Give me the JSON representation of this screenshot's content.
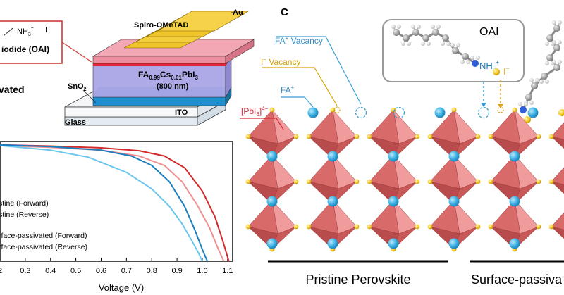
{
  "device": {
    "au_label": "Au",
    "spiro_label": "Spiro-OMeTAD",
    "perovskite_label_main": "FA",
    "perovskite_sub1": "0.99",
    "perovskite_mid": "Cs",
    "perovskite_sub2": "0.01",
    "perovskite_end": "PbI",
    "perovskite_sub3": "3",
    "thickness_label": "(800 nm)",
    "sno2_label": "SnO",
    "sno2_sub": "2",
    "ito_label": "ITO",
    "glass_label": "Glass"
  },
  "oai_box_left": {
    "nh3_text": "NH",
    "nh3_sub": "3",
    "nh3_sup": "+",
    "iodide_text": "I",
    "iodide_sup": "−",
    "name_label": "iodide (OAI)"
  },
  "left_partial_label": "vated",
  "jv": {
    "x_axis_label": "Voltage (V)",
    "x_ticks": [
      "2",
      "0.3",
      "0.4",
      "0.5",
      "0.6",
      "0.7",
      "0.8",
      "0.9",
      "1.0",
      "1.1"
    ],
    "legend": [
      {
        "text": "stine (Forward)",
        "color": "#f08f8f"
      },
      {
        "text": "stine (Reverse)",
        "color": "#d42a2a"
      },
      {
        "text": "rface-passivated (Forward)",
        "color": "#6cc6ef"
      },
      {
        "text": "rface-passivated (Reverse)",
        "color": "#1a7fbf"
      }
    ]
  },
  "panel_c": {
    "letter": "C",
    "fa_vacancy": "FA",
    "fa_vacancy_sup": "+",
    "fa_vacancy_rest": " Vacancy",
    "i_vacancy": "I",
    "i_vacancy_sup": "−",
    "i_vacancy_rest": " Vacancy",
    "fa_label": "FA",
    "fa_sup": "+",
    "pbi6_label": "[PbI",
    "pbi6_sub": "6",
    "pbi6_end": "]",
    "pbi6_sup": "4−",
    "oai_title": "OAI",
    "oai_nh3": "NH",
    "oai_nh3_sub": "3",
    "oai_nh3_sup": "+",
    "oai_i": "I",
    "oai_i_sup": "−",
    "pristine_label": "Pristine Perovskite",
    "passivated_label": "Surface-passiva"
  },
  "chart_data": {
    "type": "line",
    "xlabel": "Voltage (V)",
    "ylabel": "",
    "xlim": [
      0.2,
      1.12
    ],
    "ylim": [
      0,
      1
    ],
    "series": [
      {
        "name": "stine (Forward)",
        "color": "#f08f8f",
        "x": [
          0.2,
          0.4,
          0.6,
          0.75,
          0.85,
          0.92,
          0.98,
          1.03,
          1.06,
          1.085
        ],
        "y": [
          0.99,
          0.975,
          0.95,
          0.9,
          0.82,
          0.68,
          0.48,
          0.28,
          0.12,
          0.0
        ]
      },
      {
        "name": "stine (Reverse)",
        "color": "#d42a2a",
        "x": [
          0.2,
          0.4,
          0.6,
          0.75,
          0.85,
          0.93,
          1.0,
          1.05,
          1.08,
          1.105
        ],
        "y": [
          0.995,
          0.985,
          0.97,
          0.945,
          0.9,
          0.8,
          0.6,
          0.38,
          0.18,
          0.0
        ]
      },
      {
        "name": "rface-passivated (Forward)",
        "color": "#6cc6ef",
        "x": [
          0.2,
          0.4,
          0.55,
          0.7,
          0.8,
          0.87,
          0.92,
          0.96,
          0.985,
          1.0
        ],
        "y": [
          0.99,
          0.95,
          0.89,
          0.76,
          0.62,
          0.47,
          0.32,
          0.17,
          0.07,
          0.0
        ]
      },
      {
        "name": "rface-passivated (Reverse)",
        "color": "#1a7fbf",
        "x": [
          0.2,
          0.4,
          0.6,
          0.72,
          0.8,
          0.87,
          0.93,
          0.97,
          1.0,
          1.02
        ],
        "y": [
          0.995,
          0.98,
          0.95,
          0.9,
          0.82,
          0.68,
          0.47,
          0.27,
          0.1,
          0.0
        ]
      }
    ]
  }
}
